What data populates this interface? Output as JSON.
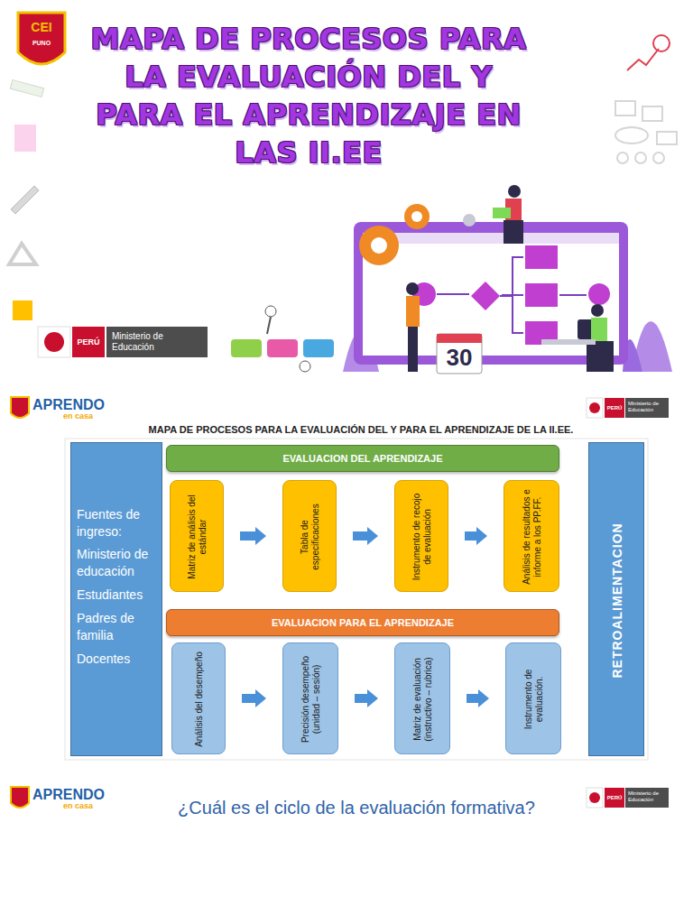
{
  "diagram": {
    "title": "MAPA DE PROCESOS PARA LA EVALUACIÓN DEL Y PARA EL APRENDIZAJE EN LAS II.EE",
    "nodes": [
      {
        "text": [
          "Fuentes de ingreso:",
          "Ministerio de educación",
          "Estudiantes",
          "Padres de familia",
          "Docentes"
        ]
      },
      {
        "text": [
          "EVALUACION DEL APRENDIZAJE"
        ]
      },
      {
        "text": [
          "Matriz de análisis del estándar"
        ]
      },
      {
        "text": [
          "Tabla de especificaciones"
        ]
      },
      {
        "text": [
          "Instrumento de recojo de evaluación"
        ]
      },
      {
        "text": [
          "Análisis de resultados e informe a los PP.FF."
        ]
      },
      {
        "text": [
          "EVALUACION PARA EL APRENDIZAJE"
        ]
      },
      {
        "text": [
          "Análisis del desempeño"
        ]
      },
      {
        "text": [
          "Precisión desempeño (unidad – sesión)"
        ]
      },
      {
        "text": [
          "Matriz de evaluación (instructivo – rubrica)"
        ]
      },
      {
        "text": [
          "Instrumento de evaluación."
        ]
      },
      {
        "text": [
          "RETROALIMENTACION"
        ]
      }
    ],
    "edges": [
      {
        "from": 2,
        "to": 3,
        "arrow": "to"
      },
      {
        "from": 3,
        "to": 4,
        "arrow": "to"
      },
      {
        "from": 4,
        "to": 5,
        "arrow": "to"
      },
      {
        "from": 7,
        "to": 8,
        "arrow": "to"
      },
      {
        "from": 8,
        "to": 9,
        "arrow": "to"
      },
      {
        "from": 9,
        "to": 10,
        "arrow": "to"
      }
    ],
    "labels": [
      "CEI",
      "PUNO",
      "PERÚ",
      "Ministerio de Educación",
      "30",
      "APRENDO",
      "en casa",
      "PERÚ",
      "Ministerio de Educación",
      "MAPA DE PROCESOS PARA LA EVALUACIÓN DEL Y PARA EL APRENDIZAJE DE LA II.EE.",
      "APRENDO",
      "en casa",
      "¿Cuál es el ciclo de la evaluación formativa?",
      "PERÚ",
      "Ministerio de Educación"
    ]
  }
}
